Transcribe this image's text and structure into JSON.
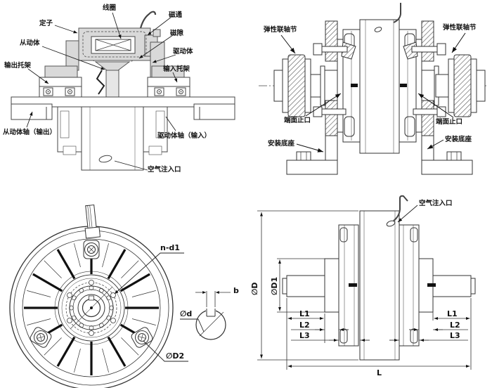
{
  "colors": {
    "background": "#ffffff",
    "line": "#333333",
    "part_fill": "#d9d9d9",
    "label_text": "#111111"
  },
  "cross_section_view": {
    "labels": {
      "coil": "线圈",
      "magnetic_flux": "磁通",
      "stator": "定子",
      "magnetic_gap": "磁隙",
      "driven_body": "从动体",
      "driving_body": "驱动体",
      "output_bracket": "输出托架",
      "input_bracket": "输入托架",
      "driven_shaft_output": "从动体轴（输出）",
      "driving_shaft_input": "驱动体轴（输入）",
      "air_inlet": "空气注入口"
    }
  },
  "installation_view": {
    "labels": {
      "elastic_coupling_left": "弹性联轴节",
      "elastic_coupling_right": "弹性联轴节",
      "end_face_spigot_left": "端面止口",
      "end_face_spigot_right": "端面止口",
      "mounting_base_left": "安装底座",
      "mounting_base_right": "安装底座"
    }
  },
  "front_view": {
    "labels": {
      "bolt_holes": "n-d1",
      "key_width": "b",
      "shaft_diameter": "∅d",
      "bolt_circle_diameter": "∅D2"
    }
  },
  "side_view": {
    "labels": {
      "air_inlet": "空气注入口",
      "outer_diameter": "∅D",
      "hub_diameter": "∅D1",
      "l1_left": "L1",
      "l2_left": "L2",
      "l3_left": "L3",
      "l1_right": "L1",
      "l2_right": "L2",
      "l3_right": "L3",
      "overall_length": "L"
    }
  }
}
